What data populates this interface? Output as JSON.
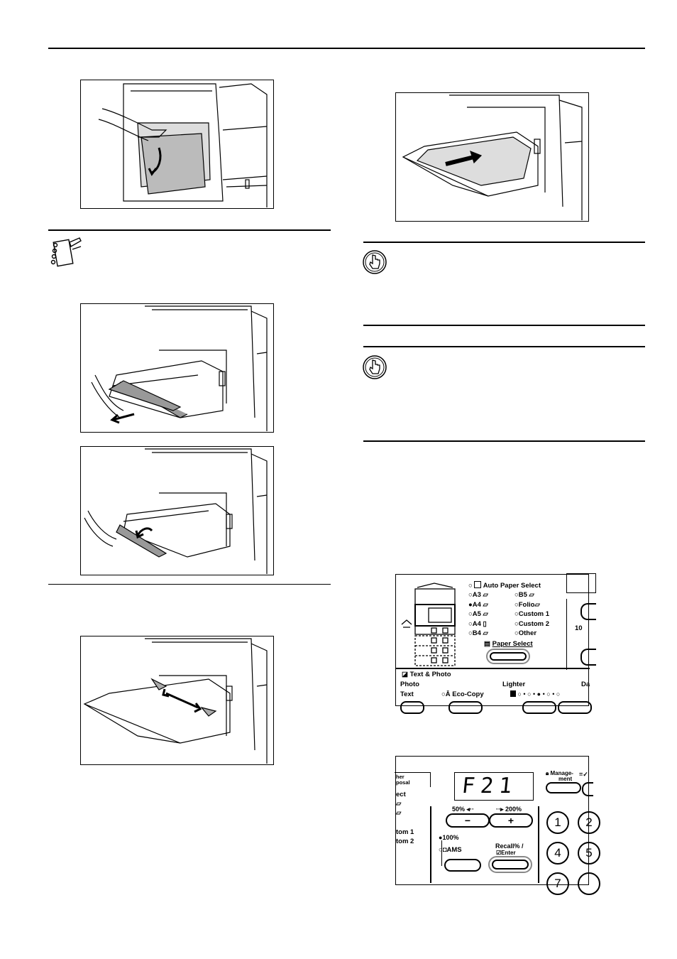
{
  "paper_select_panel": {
    "auto_paper_select": "Auto Paper Select",
    "left_sizes": [
      "A3",
      "A4",
      "A5",
      "A4",
      "B4"
    ],
    "right_sizes": [
      "B5",
      "Folio",
      "Custom 1",
      "Custom 2",
      "Other"
    ],
    "paper_select_label": "Paper Select",
    "text_photo": "Text & Photo",
    "photo": "Photo",
    "text": "Text",
    "eco_copy": "Eco-Copy",
    "lighter": "Lighter",
    "darker_partial": "Da",
    "zoom_partial": "10"
  },
  "display_panel": {
    "display_value": "F21",
    "tab_line1": "her",
    "tab_line2": "posal",
    "left_fragments": [
      "ect",
      "",
      "",
      "tom 1",
      "tom 2"
    ],
    "zoom_minus": "50%",
    "zoom_plus": "200%",
    "minus_symbol": "−",
    "plus_symbol": "+",
    "zoom_100": "100%",
    "ams": "AMS",
    "recall_line1": "Recall% /",
    "recall_line2": "Enter",
    "management_line1": "Manage-",
    "management_line2": "ment",
    "keys": [
      "1",
      "2",
      "4",
      "5",
      "7"
    ]
  }
}
